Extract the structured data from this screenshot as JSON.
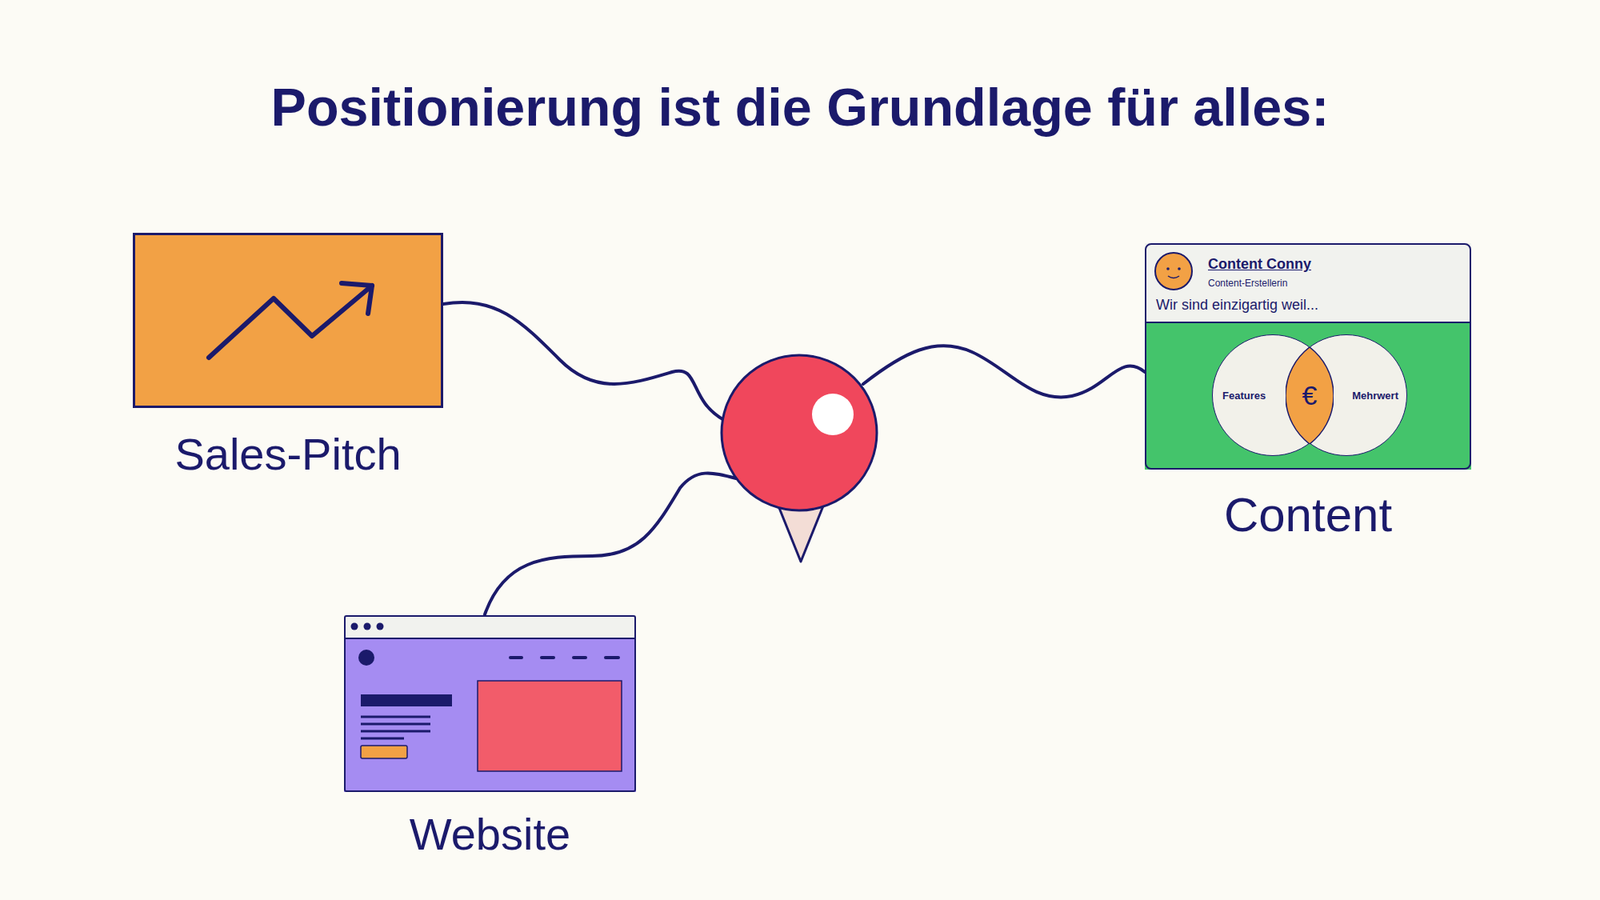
{
  "diagram": {
    "title": "Positionierung ist die Grundlage für alles:",
    "nodes": [
      {
        "text": [
          "Sales-Pitch"
        ]
      },
      {
        "text": [
          "Content Conny",
          "Content-Erstellerin",
          "Wir sind einzigartig weil...",
          "Content"
        ]
      },
      {
        "text": [
          "Features"
        ],
        "in": 1
      },
      {
        "text": [
          "Mehrwert"
        ],
        "in": 1
      },
      {
        "text": [
          "€"
        ],
        "in": 1
      },
      {
        "text": [
          "Website"
        ]
      }
    ]
  }
}
